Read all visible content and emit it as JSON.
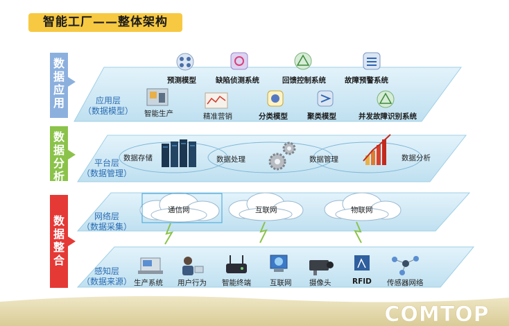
{
  "title": "智能工厂——整体架构",
  "sidebar": {
    "apps": "数据应用",
    "analysis": "数据分析",
    "integration": "数据整合"
  },
  "layers": {
    "application": {
      "line1": "应用层",
      "line2": "（数据模型）"
    },
    "platform": {
      "line1": "平台层",
      "line2": "（数据管理）"
    },
    "network": {
      "line1": "网络层",
      "line2": "（数据采集）"
    },
    "perception": {
      "line1": "感知层",
      "line2": "（数据来源）"
    }
  },
  "application_items": {
    "prediction": "预测模型",
    "defect": "缺陷侦测系统",
    "feedback": "回馈控制系统",
    "fault_warning": "故障预警系统",
    "smart_production": "智能生产",
    "marketing": "精准营销",
    "classification": "分类模型",
    "clustering": "聚类模型",
    "complex_fault": "并发故障识别系统"
  },
  "platform_items": {
    "storage": "数据存储",
    "processing": "数据处理",
    "management": "数据管理",
    "analysis": "数据分析"
  },
  "network_items": {
    "telecom": "通信网",
    "internet": "互联网",
    "iot": "物联网"
  },
  "perception_items": {
    "production": "生产系统",
    "behavior": "用户行为",
    "terminal": "智能终端",
    "internet": "互联网",
    "camera": "摄像头",
    "rfid": "RFID",
    "sensor": "传感器网络"
  },
  "logo": "COMTOP",
  "colors": {
    "title_bg": "#f7c942",
    "apps": "#8cb0de",
    "analysis": "#8bc34a",
    "integration": "#e53935",
    "layer_text": "#2a6bb3",
    "plane": "#cfe8f5"
  }
}
